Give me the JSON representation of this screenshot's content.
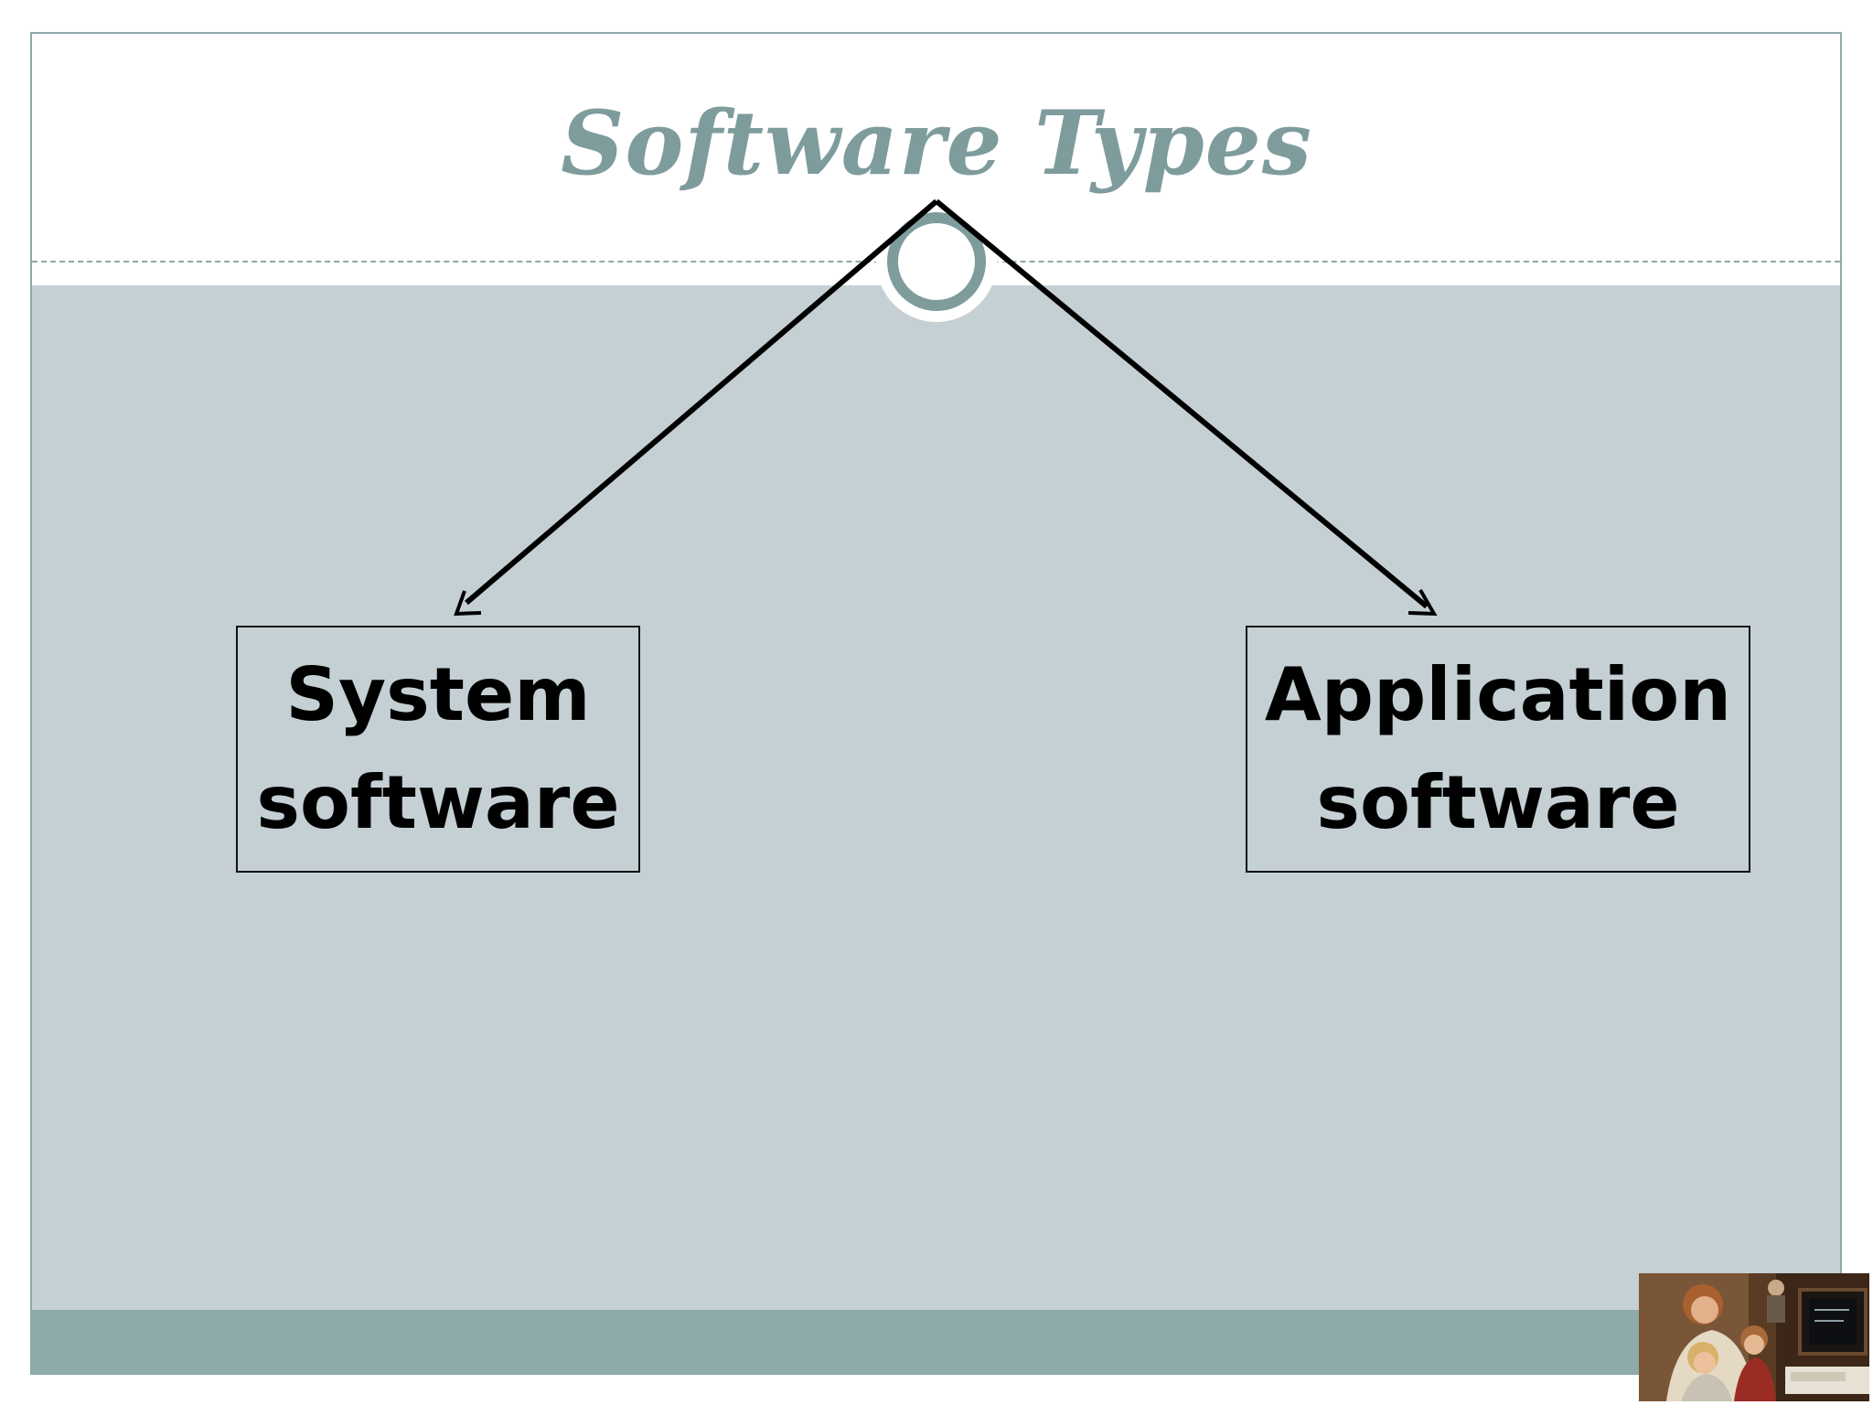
{
  "slide": {
    "title": "Software Types"
  },
  "diagram": {
    "nodes": [
      {
        "id": "system",
        "label_line1": "System",
        "label_line2": "software"
      },
      {
        "id": "application",
        "label_line1": "Application",
        "label_line2": "software"
      }
    ],
    "edges": [
      {
        "from": "title",
        "to": "system"
      },
      {
        "from": "title",
        "to": "application"
      }
    ]
  },
  "colors": {
    "title": "#7f9c9d",
    "content_panel": "#c4d0d4",
    "footer_band": "#8eaaab",
    "frame": "#8fa9aa",
    "connector": "#000000"
  },
  "decorations": {
    "photo": "people-at-computer-photo"
  }
}
